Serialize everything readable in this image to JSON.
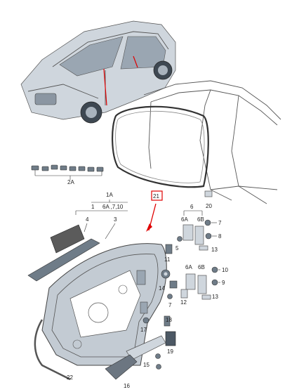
{
  "labels": {
    "l_1A": "1A",
    "l_1": "1",
    "l_6A_710": "6A ,7,10",
    "l_4": "4",
    "l_3": "3",
    "l_2A": "2A",
    "l_21": "21",
    "l_20": "20",
    "l_6": "6",
    "l_6A_top": "6A",
    "l_6B_top": "6B",
    "l_7_top": "7",
    "l_8": "8",
    "l_5": "5",
    "l_13_top": "13",
    "l_11": "11",
    "l_6A_bot": "6A",
    "l_6B_bot": "6B",
    "l_10": "10",
    "l_9": "9",
    "l_14": "14",
    "l_12": "12",
    "l_13_bot": "13",
    "l_7_bot": "7",
    "l_17": "17",
    "l_18": "18",
    "l_19": "19",
    "l_15": "15",
    "l_16": "16",
    "l_22": "22"
  },
  "colors": {
    "highlight": "#e00000",
    "part_fill": "#cfd6dd",
    "dark_part": "#6f7c88"
  }
}
